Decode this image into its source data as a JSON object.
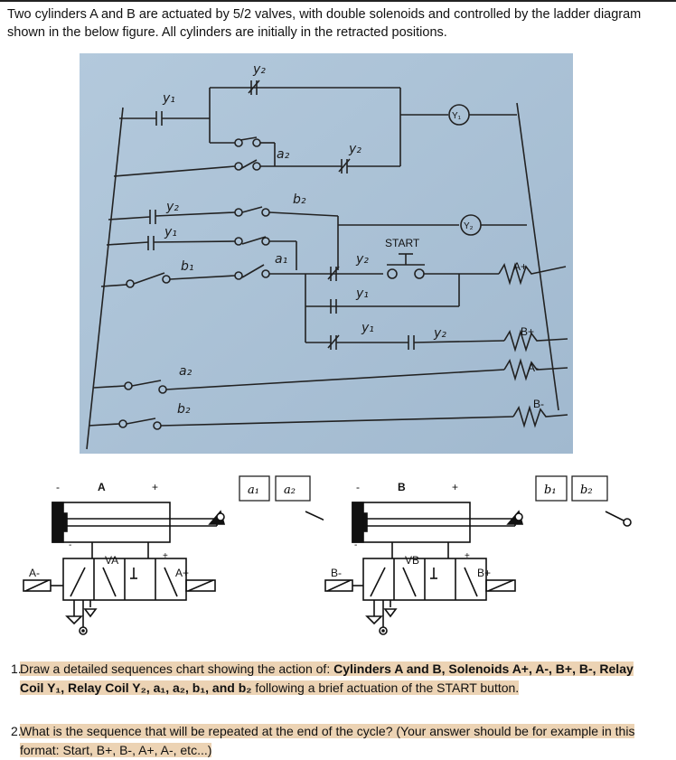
{
  "intro": "Two cylinders A and B are actuated by 5/2 valves, with double solenoids and controlled by the ladder diagram shown in the below figure. All cylinders are initially in the retracted positions.",
  "ladder": {
    "labels": {
      "y1": "y₁",
      "y2": "y₂",
      "a1": "a₁",
      "a2": "a₂",
      "b1": "b₁",
      "b2": "b₂",
      "start": "START",
      "coil_y1": "Y₁",
      "coil_y2": "Y₂",
      "sol_a_plus": "A+",
      "sol_a_minus": "A-",
      "sol_b_plus": "B+",
      "sol_b_minus": "B-"
    }
  },
  "cylinder_a": {
    "minus": "-",
    "name": "A",
    "plus": "+",
    "valve": "VA",
    "sol_left": "A-",
    "sol_right": "A+",
    "plus_small": "+",
    "minus_small": "-",
    "switch_1": "a₁",
    "switch_2": "a₂"
  },
  "cylinder_b": {
    "minus": "-",
    "name": "B",
    "plus": "+",
    "valve": "VB",
    "sol_left": "B-",
    "sol_right": "B+",
    "plus_small": "+",
    "minus_small": "-",
    "switch_1": "b₁",
    "switch_2": "b₂"
  },
  "questions": [
    {
      "number": "1.",
      "p1": "Draw a detailed sequences chart showing the action of: ",
      "b1": "Cylinders A and B, Solenoids A+, A-, B+, B-, Relay Coil Y₁, Relay Coil Y₂, a₁, a₂, b₁, and b₂",
      "p2": " following a brief actuation of the START button."
    },
    {
      "number": "2.",
      "text": "What is the sequence that will be repeated at the end of the cycle? (Your answer should be for example in this format: Start, B+, B-, A+, A-, etc...)"
    }
  ]
}
